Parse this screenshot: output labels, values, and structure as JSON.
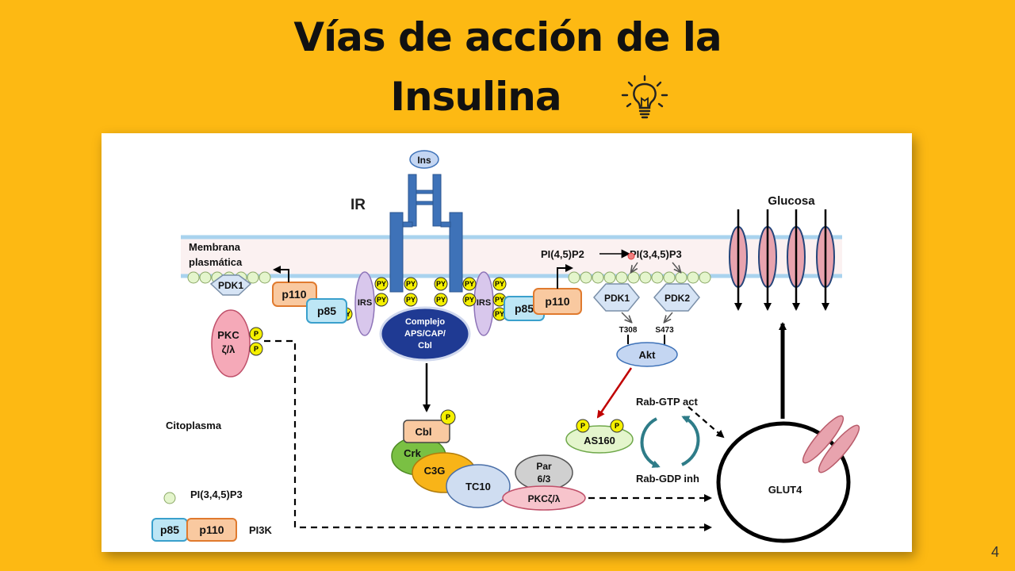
{
  "slide": {
    "title_line1": "Vías de acción de la",
    "title_line2": "Insulina",
    "page_number": "4"
  },
  "diagram": {
    "ins": "Ins",
    "ir": "IR",
    "membrana": "Membrana",
    "plasmatica": "plasmática",
    "citoplasma": "Citoplasma",
    "pdk1": "PDK1",
    "pdk2": "PDK2",
    "p110": "p110",
    "p85": "p85",
    "irs": "IRS",
    "py": "PY",
    "p": "P",
    "pkc_line1": "PKC",
    "pkc_line2": "ζ/λ",
    "complejo_line1": "Complejo",
    "complejo_line2": "APS/CAP/",
    "complejo_line3": "Cbl",
    "cbl": "Cbl",
    "crk": "Crk",
    "c3g": "C3G",
    "tc10": "TC10",
    "par_line1": "Par",
    "par_line2": "6/3",
    "pkc_zl": "PKCζ/λ",
    "pi45p2": "PI(4,5)P2",
    "pi345p3": "PI(3,4,5)P3",
    "t308": "T308",
    "s473": "S473",
    "akt": "Akt",
    "as160": "AS160",
    "rab_gtp": "Rab-GTP act",
    "rab_gdp": "Rab-GDP inh",
    "glucosa": "Glucosa",
    "glut4": "GLUT4",
    "legend_pi": "PI(3,4,5)P3",
    "legend_pi3k": "PI3K"
  },
  "colors": {
    "background": "#FDB913",
    "receptor": "#3E72B8",
    "membrane": "#A9D3EE",
    "py_badge": "#F5F000",
    "p110_fill": "#F9C9A0",
    "p85_fill": "#BDE6F5",
    "irs_fill": "#D8C7EC",
    "pkc_fill": "#F5A9B8",
    "complejo_fill": "#1F3A93",
    "channel_fill": "#E8A3AE",
    "akt_fill": "#C4D6F2",
    "as160_fill": "#E4F5CC",
    "crk_fill": "#7AC043",
    "c3g_fill": "#F8B418",
    "tc10_fill": "#CFDDF1",
    "par_fill": "#D0D0D0",
    "pkczl_fill": "#F7C4CC",
    "red_arrow": "#C00000",
    "teal_arrow": "#2E7C88"
  },
  "icons": [
    "lightbulb-icon"
  ]
}
